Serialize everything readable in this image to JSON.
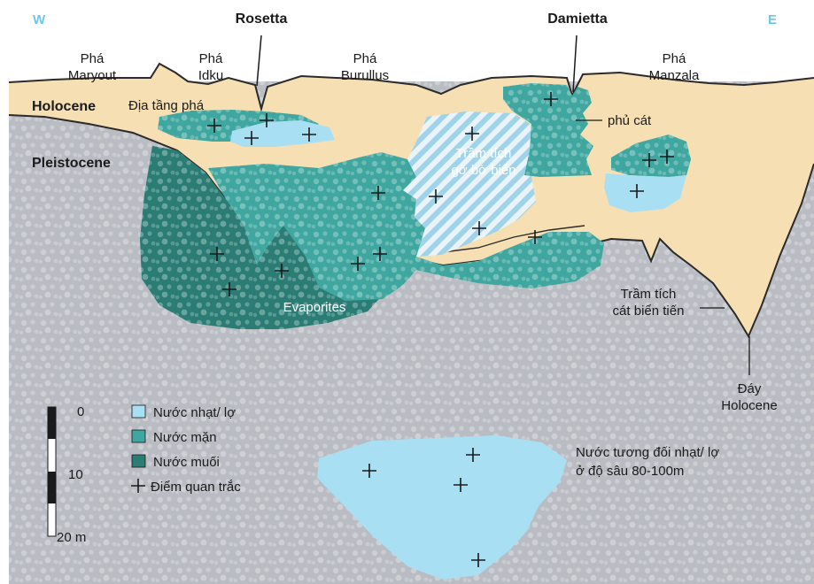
{
  "directions": {
    "west": "W",
    "east": "E"
  },
  "rivers": {
    "rosetta": "Rosetta",
    "damietta": "Damietta"
  },
  "lagoons": {
    "maryout": [
      "Phá",
      "Maryout"
    ],
    "idku": [
      "Phá",
      "Idku"
    ],
    "burullus": [
      "Phá",
      "Burullus"
    ],
    "manzala": [
      "Phá",
      "Manzala"
    ]
  },
  "strata": {
    "holocene": "Holocene",
    "pleistocene": "Pleistocene"
  },
  "annotations": {
    "lagoon_strata": "Địa tầng phá",
    "sand_cover": "phủ cát",
    "beach_ridge": [
      "Trầm tích",
      "gờ bờ biển"
    ],
    "evaporites": "Evaporites",
    "transgressive_sand": [
      "Trầm tích",
      "cát biển tiến"
    ],
    "holocene_base": [
      "Đáy",
      "Holocene"
    ],
    "deep_fresh": [
      "Nước tương đối nhạt/ lợ",
      "ở độ sâu 80-100m"
    ]
  },
  "legend": {
    "fresh": "Nước nhạt/ lợ",
    "saline": "Nước mặn",
    "brine": "Nước muối",
    "station": "Điểm quan trắc"
  },
  "scale": {
    "top": "0",
    "mid": "10",
    "bottom": "20 m"
  },
  "colors": {
    "holocene": "#f6dfb2",
    "pleistocene": "#b9bcc2",
    "fresh": "#a9dff3",
    "saline": "#3fa6a0",
    "brine": "#2a7c74",
    "direction": "#6ec6ee"
  }
}
